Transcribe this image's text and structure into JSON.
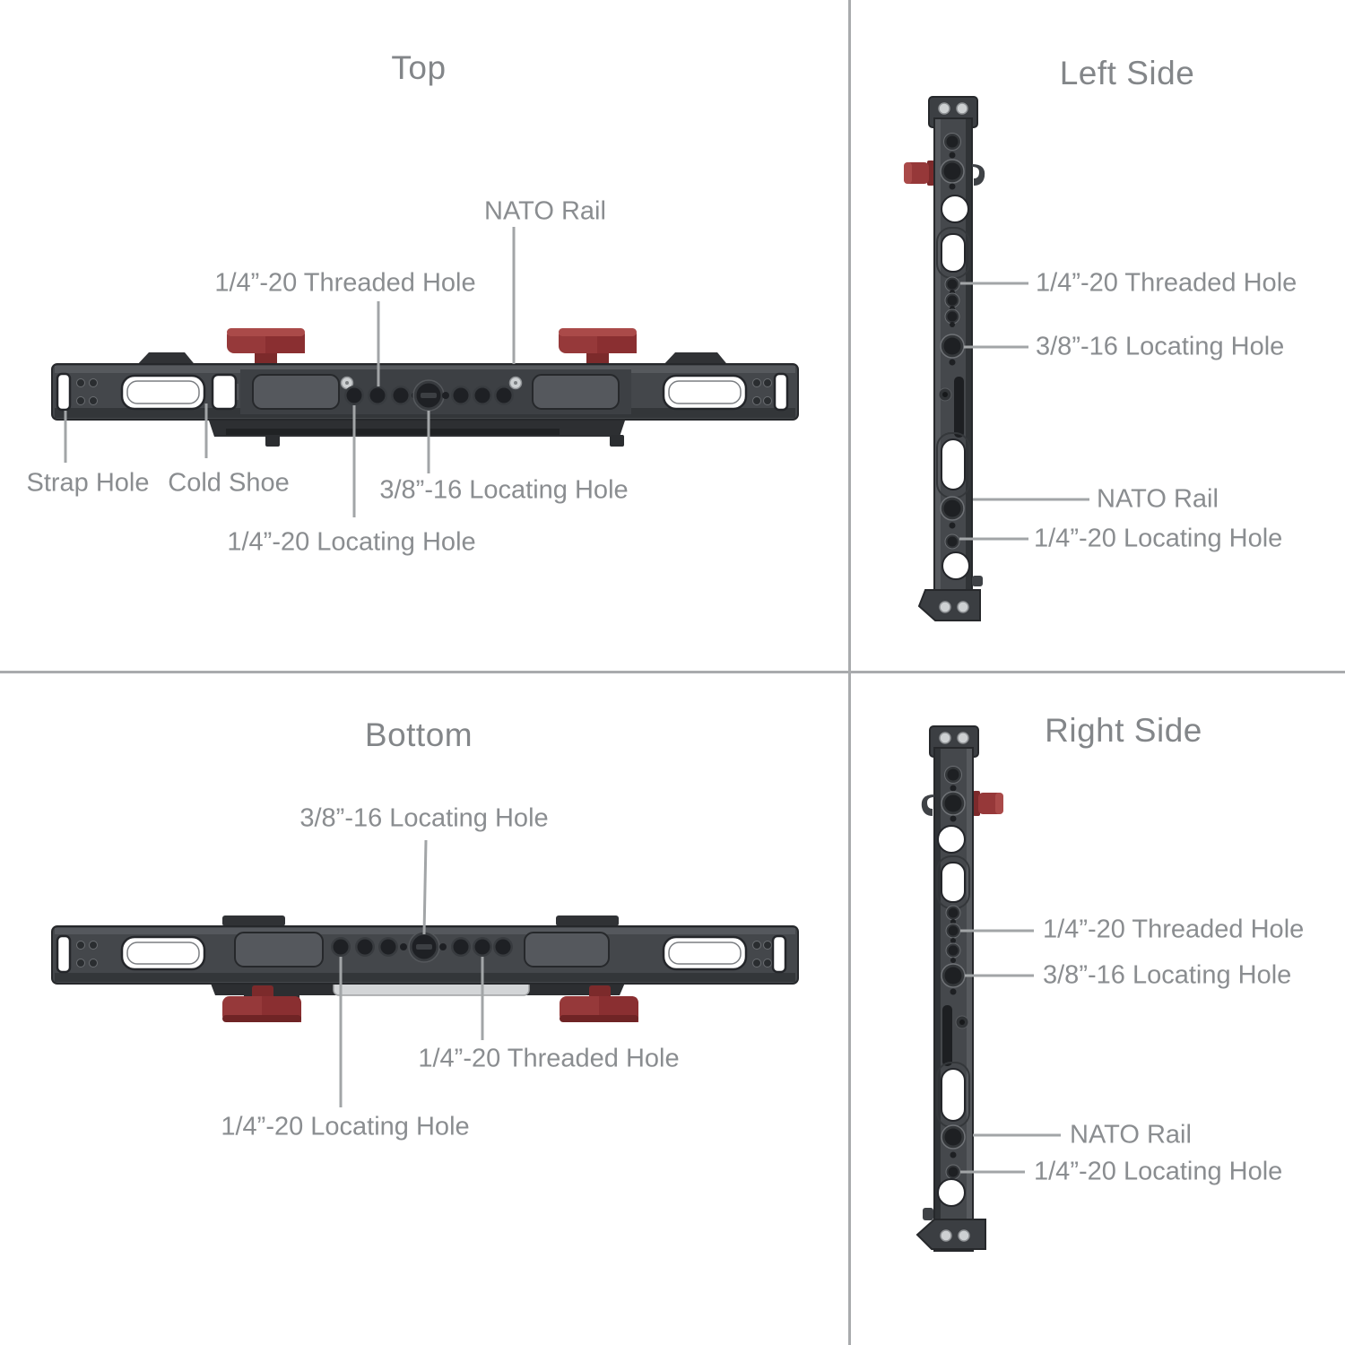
{
  "colors": {
    "background": "#ffffff",
    "divider": "#a9abad",
    "title_text": "#838689",
    "label_text": "#8a8d90",
    "leader_line": "#a2a5a7",
    "device_body": "#44474b",
    "device_dark": "#2c2e31",
    "accent_red": "#963839",
    "silver": "#cdd0d2"
  },
  "views": {
    "top": {
      "title": "Top",
      "labels": {
        "nato_rail": "NATO Rail",
        "threaded_hole": "1/4”-20 Threaded Hole",
        "strap_hole": "Strap Hole",
        "cold_shoe": "Cold Shoe",
        "locating_hole_38": "3/8”-16 Locating Hole",
        "locating_hole_14": "1/4”-20 Locating Hole"
      }
    },
    "left_side": {
      "title": "Left Side",
      "labels": {
        "threaded_hole": "1/4”-20 Threaded Hole",
        "locating_hole_38": "3/8”-16 Locating Hole",
        "nato_rail": "NATO Rail",
        "locating_hole_14": "1/4”-20 Locating Hole"
      }
    },
    "bottom": {
      "title": "Bottom",
      "labels": {
        "locating_hole_38": "3/8”-16 Locating Hole",
        "threaded_hole": "1/4”-20 Threaded Hole",
        "locating_hole_14": "1/4”-20 Locating Hole"
      }
    },
    "right_side": {
      "title": "Right Side",
      "labels": {
        "threaded_hole": "1/4”-20 Threaded Hole",
        "locating_hole_38": "3/8”-16 Locating Hole",
        "nato_rail": "NATO Rail",
        "locating_hole_14": "1/4”-20 Locating Hole"
      }
    }
  }
}
